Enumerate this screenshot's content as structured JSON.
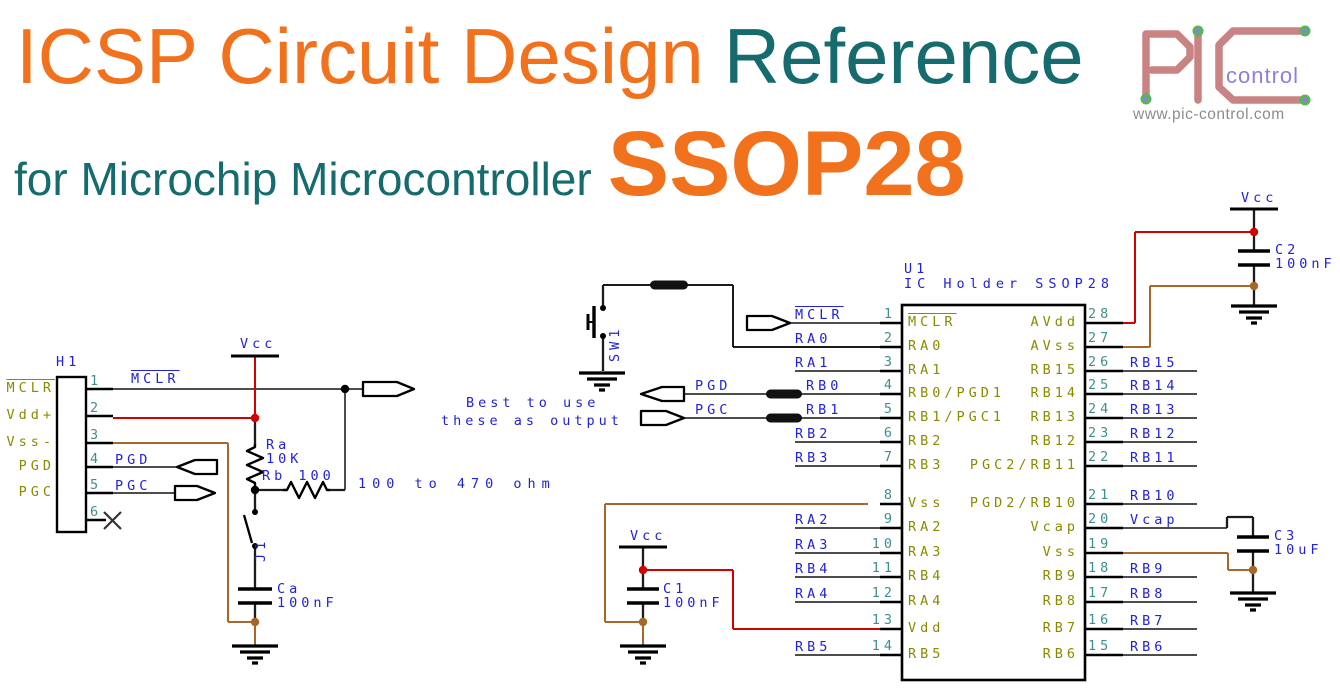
{
  "title": {
    "line1a": "ICSP Circuit Design",
    "line1b": "Reference",
    "line2a": "for Microchip Microcontroller",
    "line2b": "SSOP28"
  },
  "logo": {
    "brand": "PIC",
    "control": "control",
    "url": "www.pic-control.com"
  },
  "power": {
    "vcc": "Vcc"
  },
  "ports": {
    "mclr": "MCLR",
    "pgd": "PGD",
    "pgc": "PGC"
  },
  "annotations": {
    "advice_line1": "Best to use",
    "advice_line2": "these as output",
    "resistor_range": "100 to 470 ohm"
  },
  "components": {
    "ra": {
      "ref": "Ra",
      "value": "10K"
    },
    "rb": {
      "label": "Rb 100"
    },
    "ca": {
      "ref": "Ca",
      "value": "100nF"
    },
    "c1": {
      "ref": "C1",
      "value": "100nF"
    },
    "c2": {
      "ref": "C2",
      "value": "100nF"
    },
    "c3": {
      "ref": "C3",
      "value": "10uF"
    },
    "j1": {
      "ref": "J1"
    },
    "sw1": {
      "ref": "SW1"
    }
  },
  "connector": {
    "ref": "H1",
    "pins": [
      {
        "num": "1",
        "name": "MCLR",
        "overline": true,
        "net": "MCLR",
        "net_overline": true
      },
      {
        "num": "2",
        "name": "Vdd+"
      },
      {
        "num": "3",
        "name": "Vss-"
      },
      {
        "num": "4",
        "name": "PGD",
        "net": "PGD"
      },
      {
        "num": "5",
        "name": "PGC",
        "net": "PGC"
      },
      {
        "num": "6",
        "name": "",
        "no_connect": true
      }
    ]
  },
  "ic": {
    "ref": "U1",
    "name": "IC Holder SSOP28",
    "left_pins": [
      {
        "num": "1",
        "name": "MCLR",
        "overline": true,
        "net": "MCLR",
        "net_overline": true
      },
      {
        "num": "2",
        "name": "RA0",
        "net": "RA0"
      },
      {
        "num": "3",
        "name": "RA1",
        "net": "RA1"
      },
      {
        "num": "4",
        "name": "RB0/PGD1",
        "net": "RB0"
      },
      {
        "num": "5",
        "name": "RB1/PGC1",
        "net": "RB1"
      },
      {
        "num": "6",
        "name": "RB2",
        "net": "RB2"
      },
      {
        "num": "7",
        "name": "RB3",
        "net": "RB3"
      },
      {
        "num": "8",
        "name": "Vss"
      },
      {
        "num": "9",
        "name": "RA2",
        "net": "RA2"
      },
      {
        "num": "10",
        "name": "RA3",
        "net": "RA3"
      },
      {
        "num": "11",
        "name": "RB4",
        "net": "RB4"
      },
      {
        "num": "12",
        "name": "RA4",
        "net": "RA4"
      },
      {
        "num": "13",
        "name": "Vdd"
      },
      {
        "num": "14",
        "name": "RB5",
        "net": "RB5"
      }
    ],
    "right_pins": [
      {
        "num": "28",
        "name": "AVdd"
      },
      {
        "num": "27",
        "name": "AVss"
      },
      {
        "num": "26",
        "name": "RB15",
        "net": "RB15"
      },
      {
        "num": "25",
        "name": "RB14",
        "net": "RB14"
      },
      {
        "num": "24",
        "name": "RB13",
        "net": "RB13"
      },
      {
        "num": "23",
        "name": "RB12",
        "net": "RB12"
      },
      {
        "num": "22",
        "name": "PGC2/RB11",
        "net": "RB11"
      },
      {
        "num": "21",
        "name": "PGD2/RB10",
        "net": "RB10"
      },
      {
        "num": "20",
        "name": "Vcap",
        "net": "Vcap"
      },
      {
        "num": "19",
        "name": "Vss"
      },
      {
        "num": "18",
        "name": "RB9",
        "net": "RB9"
      },
      {
        "num": "17",
        "name": "RB8",
        "net": "RB8"
      },
      {
        "num": "16",
        "name": "RB7",
        "net": "RB7"
      },
      {
        "num": "15",
        "name": "RB6",
        "net": "RB6"
      }
    ]
  },
  "colors": {
    "title_orange": "#f2711c",
    "title_teal": "#156b6d",
    "net_blue": "#2222d8",
    "pin_olive": "#8a8a00",
    "pin_number_teal": "#3f8f8f",
    "wire_red": "#d40000",
    "wire_brown": "#a5682a",
    "wire_gray": "#4d4d4d",
    "logo_pink": "#c98383",
    "logo_purple": "#8a82d8",
    "pad_green": "#55b855",
    "url_gray": "#8c8c8c"
  }
}
